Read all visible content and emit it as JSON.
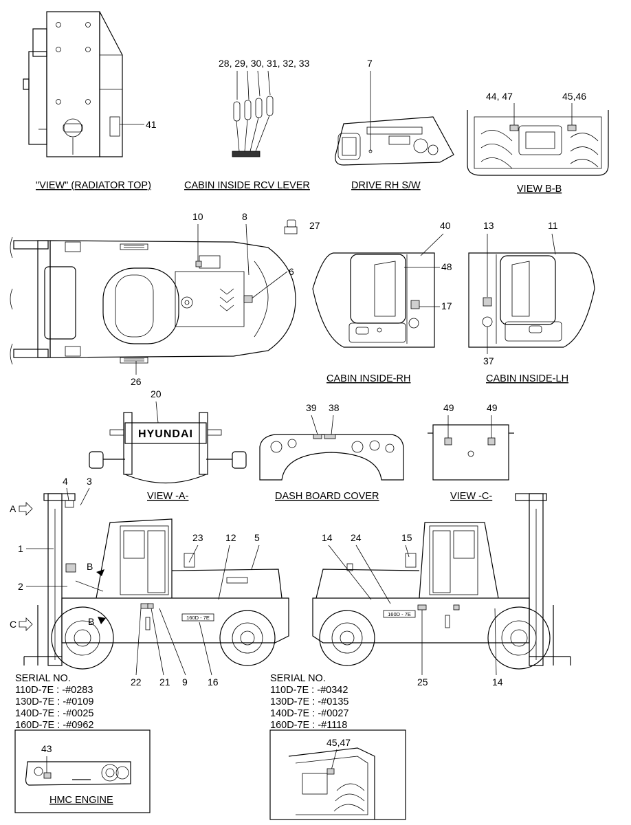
{
  "captions": {
    "radiator_top": "\"VIEW\" (RADIATOR TOP)",
    "rcv_lever": "CABIN INSIDE RCV LEVER",
    "drive_rh_sw": "DRIVE RH S/W",
    "view_bb": "VIEW B-B",
    "cabin_inside_rh": "CABIN INSIDE-RH",
    "cabin_inside_lh": "CABIN INSIDE-LH",
    "view_a": "VIEW -A-",
    "dash_board_cover": "DASH BOARD COVER",
    "view_c": "VIEW -C-",
    "hmc_engine": "HMC ENGINE"
  },
  "brand_text": "HYUNDAI",
  "model_plate": "160D - 7E",
  "view_arrows": {
    "a": "A",
    "b": "B",
    "c": "C"
  },
  "serial_left": {
    "title": "SERIAL NO.",
    "lines": [
      "110D-7E : -#0283",
      "130D-7E : -#0109",
      "140D-7E : -#0025",
      "160D-7E : -#0962"
    ]
  },
  "serial_right": {
    "title": "SERIAL NO.",
    "lines": [
      "110D-7E : -#0342",
      "130D-7E : -#0135",
      "140D-7E : -#0027",
      "160D-7E : -#1118"
    ]
  },
  "callouts": {
    "c41": "41",
    "c28_33": "28, 29, 30, 31, 32, 33",
    "c7": "7",
    "c44_47": "44, 47",
    "c45_46": "45,46",
    "c10": "10",
    "c8": "8",
    "c27": "27",
    "c6": "6",
    "c26": "26",
    "c40": "40",
    "c48": "48",
    "c17": "17",
    "c13": "13",
    "c11": "11",
    "c37": "37",
    "c20": "20",
    "c39": "39",
    "c38": "38",
    "c49a": "49",
    "c49b": "49",
    "c4": "4",
    "c3": "3",
    "c1": "1",
    "c2": "2",
    "c23": "23",
    "c12": "12",
    "c5": "5",
    "c22": "22",
    "c21": "21",
    "c9": "9",
    "c16": "16",
    "c14a": "14",
    "c24": "24",
    "c15": "15",
    "c25": "25",
    "c14b": "14",
    "c43": "43",
    "c45_47": "45,47"
  }
}
